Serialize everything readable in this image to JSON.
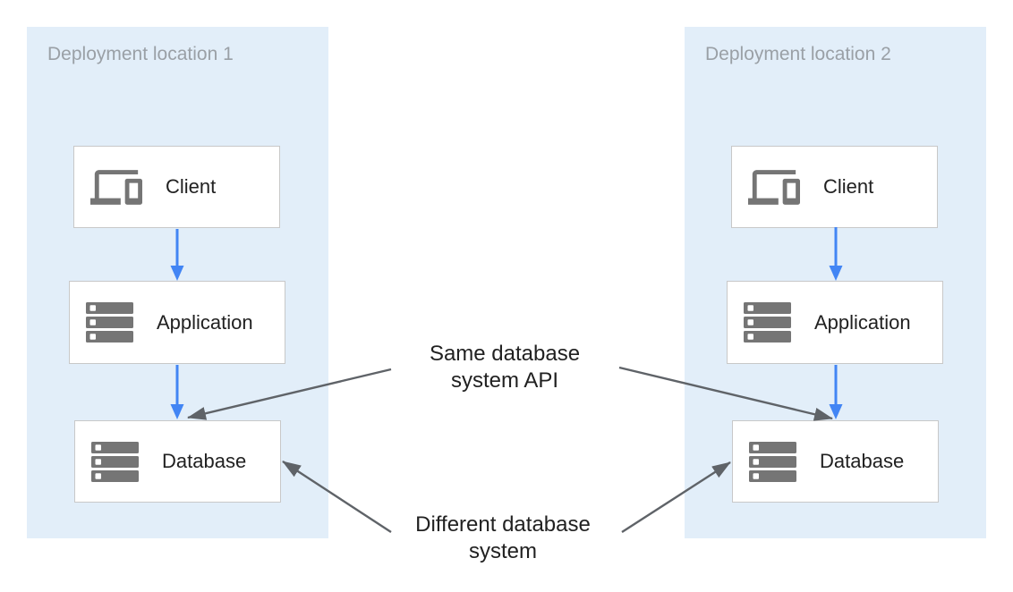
{
  "diagram": {
    "zones": [
      {
        "title": "Deployment location 1",
        "nodes": [
          {
            "label": "Client",
            "icon": "devices-icon"
          },
          {
            "label": "Application",
            "icon": "server-stack-icon"
          },
          {
            "label": "Database",
            "icon": "server-stack-icon"
          }
        ]
      },
      {
        "title": "Deployment location 2",
        "nodes": [
          {
            "label": "Client",
            "icon": "devices-icon"
          },
          {
            "label": "Application",
            "icon": "server-stack-icon"
          },
          {
            "label": "Database",
            "icon": "server-stack-icon"
          }
        ]
      }
    ],
    "flows": [
      {
        "from": "Client",
        "to": "Application"
      },
      {
        "from": "Application",
        "to": "Database"
      }
    ],
    "annotations": [
      {
        "line1": "Same database",
        "line2": "system API",
        "points_to": "Database boxes (top edge) in both deployment locations"
      },
      {
        "line1": "Different database",
        "line2": "system",
        "points_to": "Database boxes (inner side edge) in both deployment locations"
      }
    ],
    "colors": {
      "zone_fill": "#e2eef9",
      "zone_title": "#9aa0a6",
      "node_fill": "#ffffff",
      "node_border": "#c8c8c8",
      "icon_gray": "#757575",
      "flow_arrow_blue": "#4285f4",
      "annotation_arrow_gray": "#5f6368",
      "label_text": "#212121"
    }
  }
}
